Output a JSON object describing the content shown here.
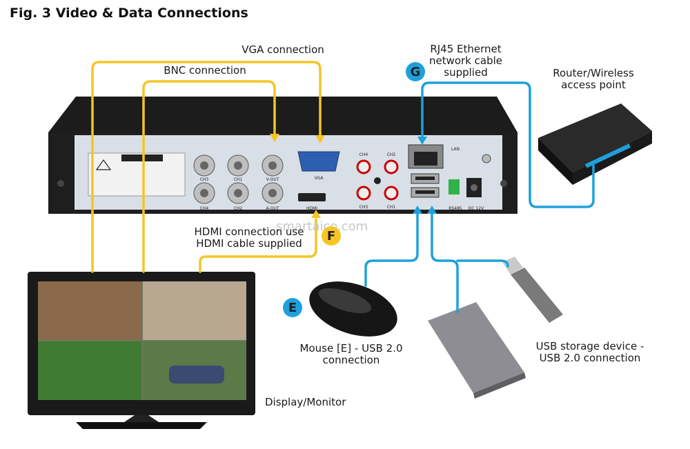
{
  "title": "Fig. 3 Video & Data Connections",
  "labels": {
    "vga": "VGA connection",
    "bnc": "BNC connection",
    "rj45": "RJ45 Ethernet\nnetwork cable\nsupplied",
    "router": "Router/Wireless\naccess point",
    "hdmi": "HDMI connection use\nHDMI cable supplied",
    "mouse": "Mouse [E] - USB 2.0\nconnection",
    "usb_storage": "USB storage device -\nUSB 2.0 connection",
    "monitor": "Display/Monitor"
  },
  "badges": {
    "g": "G",
    "f": "F",
    "e": "E"
  },
  "badge_colors": {
    "g": "#1ea0dc",
    "f": "#f6c425",
    "e": "#1ea0dc"
  },
  "wire_colors": {
    "video": "#f6c425",
    "data": "#1ea0dc"
  },
  "dvr": {
    "caution": "CAUTION",
    "ports": {
      "ch3": "CH3",
      "ch1": "CH1",
      "vout": "V-OUT",
      "vga": "VGA",
      "ch4": "CH4",
      "ch2": "CH2",
      "aout": "A-OUT",
      "hdmi": "HDMI",
      "lan": "LAN",
      "rs485": "RS485",
      "dc": "DC 12V",
      "audio_ch4": "CH4",
      "audio_ch2": "CH2",
      "audio_ch3": "CH3",
      "audio_ch1": "CH1"
    }
  },
  "watermark": "smartaico.com"
}
